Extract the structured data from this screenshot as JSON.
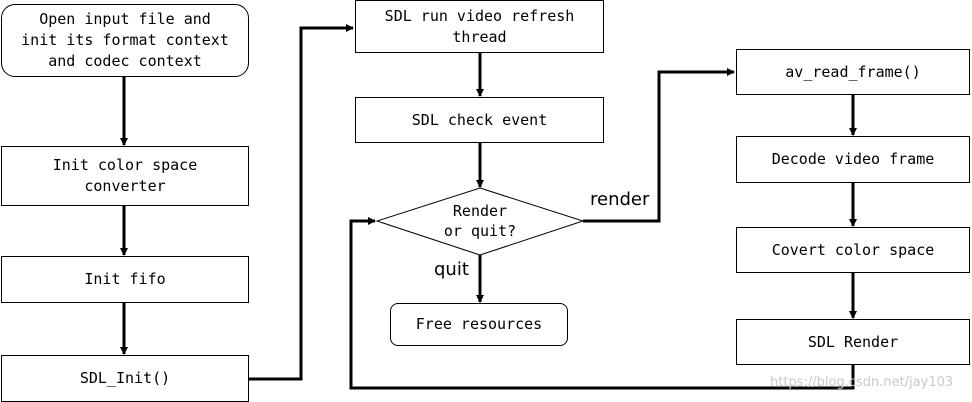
{
  "nodes": {
    "open_input": "Open input file and\ninit its format context\nand codec context",
    "init_color": "Init color space\nconverter",
    "init_fifo": "Init fifo",
    "sdl_init": "SDL_Init()",
    "sdl_refresh": "SDL run video refresh\nthread",
    "sdl_check": "SDL check event",
    "render_or_quit": "Render\nor quit?",
    "free_resources": "Free resources",
    "av_read_frame": "av_read_frame()",
    "decode_frame": "Decode video frame",
    "covert_color": "Covert color space",
    "sdl_render": "SDL Render"
  },
  "edge_labels": {
    "render": "render",
    "quit": "quit"
  },
  "watermark": "https://blog.csdn.net/jay103"
}
